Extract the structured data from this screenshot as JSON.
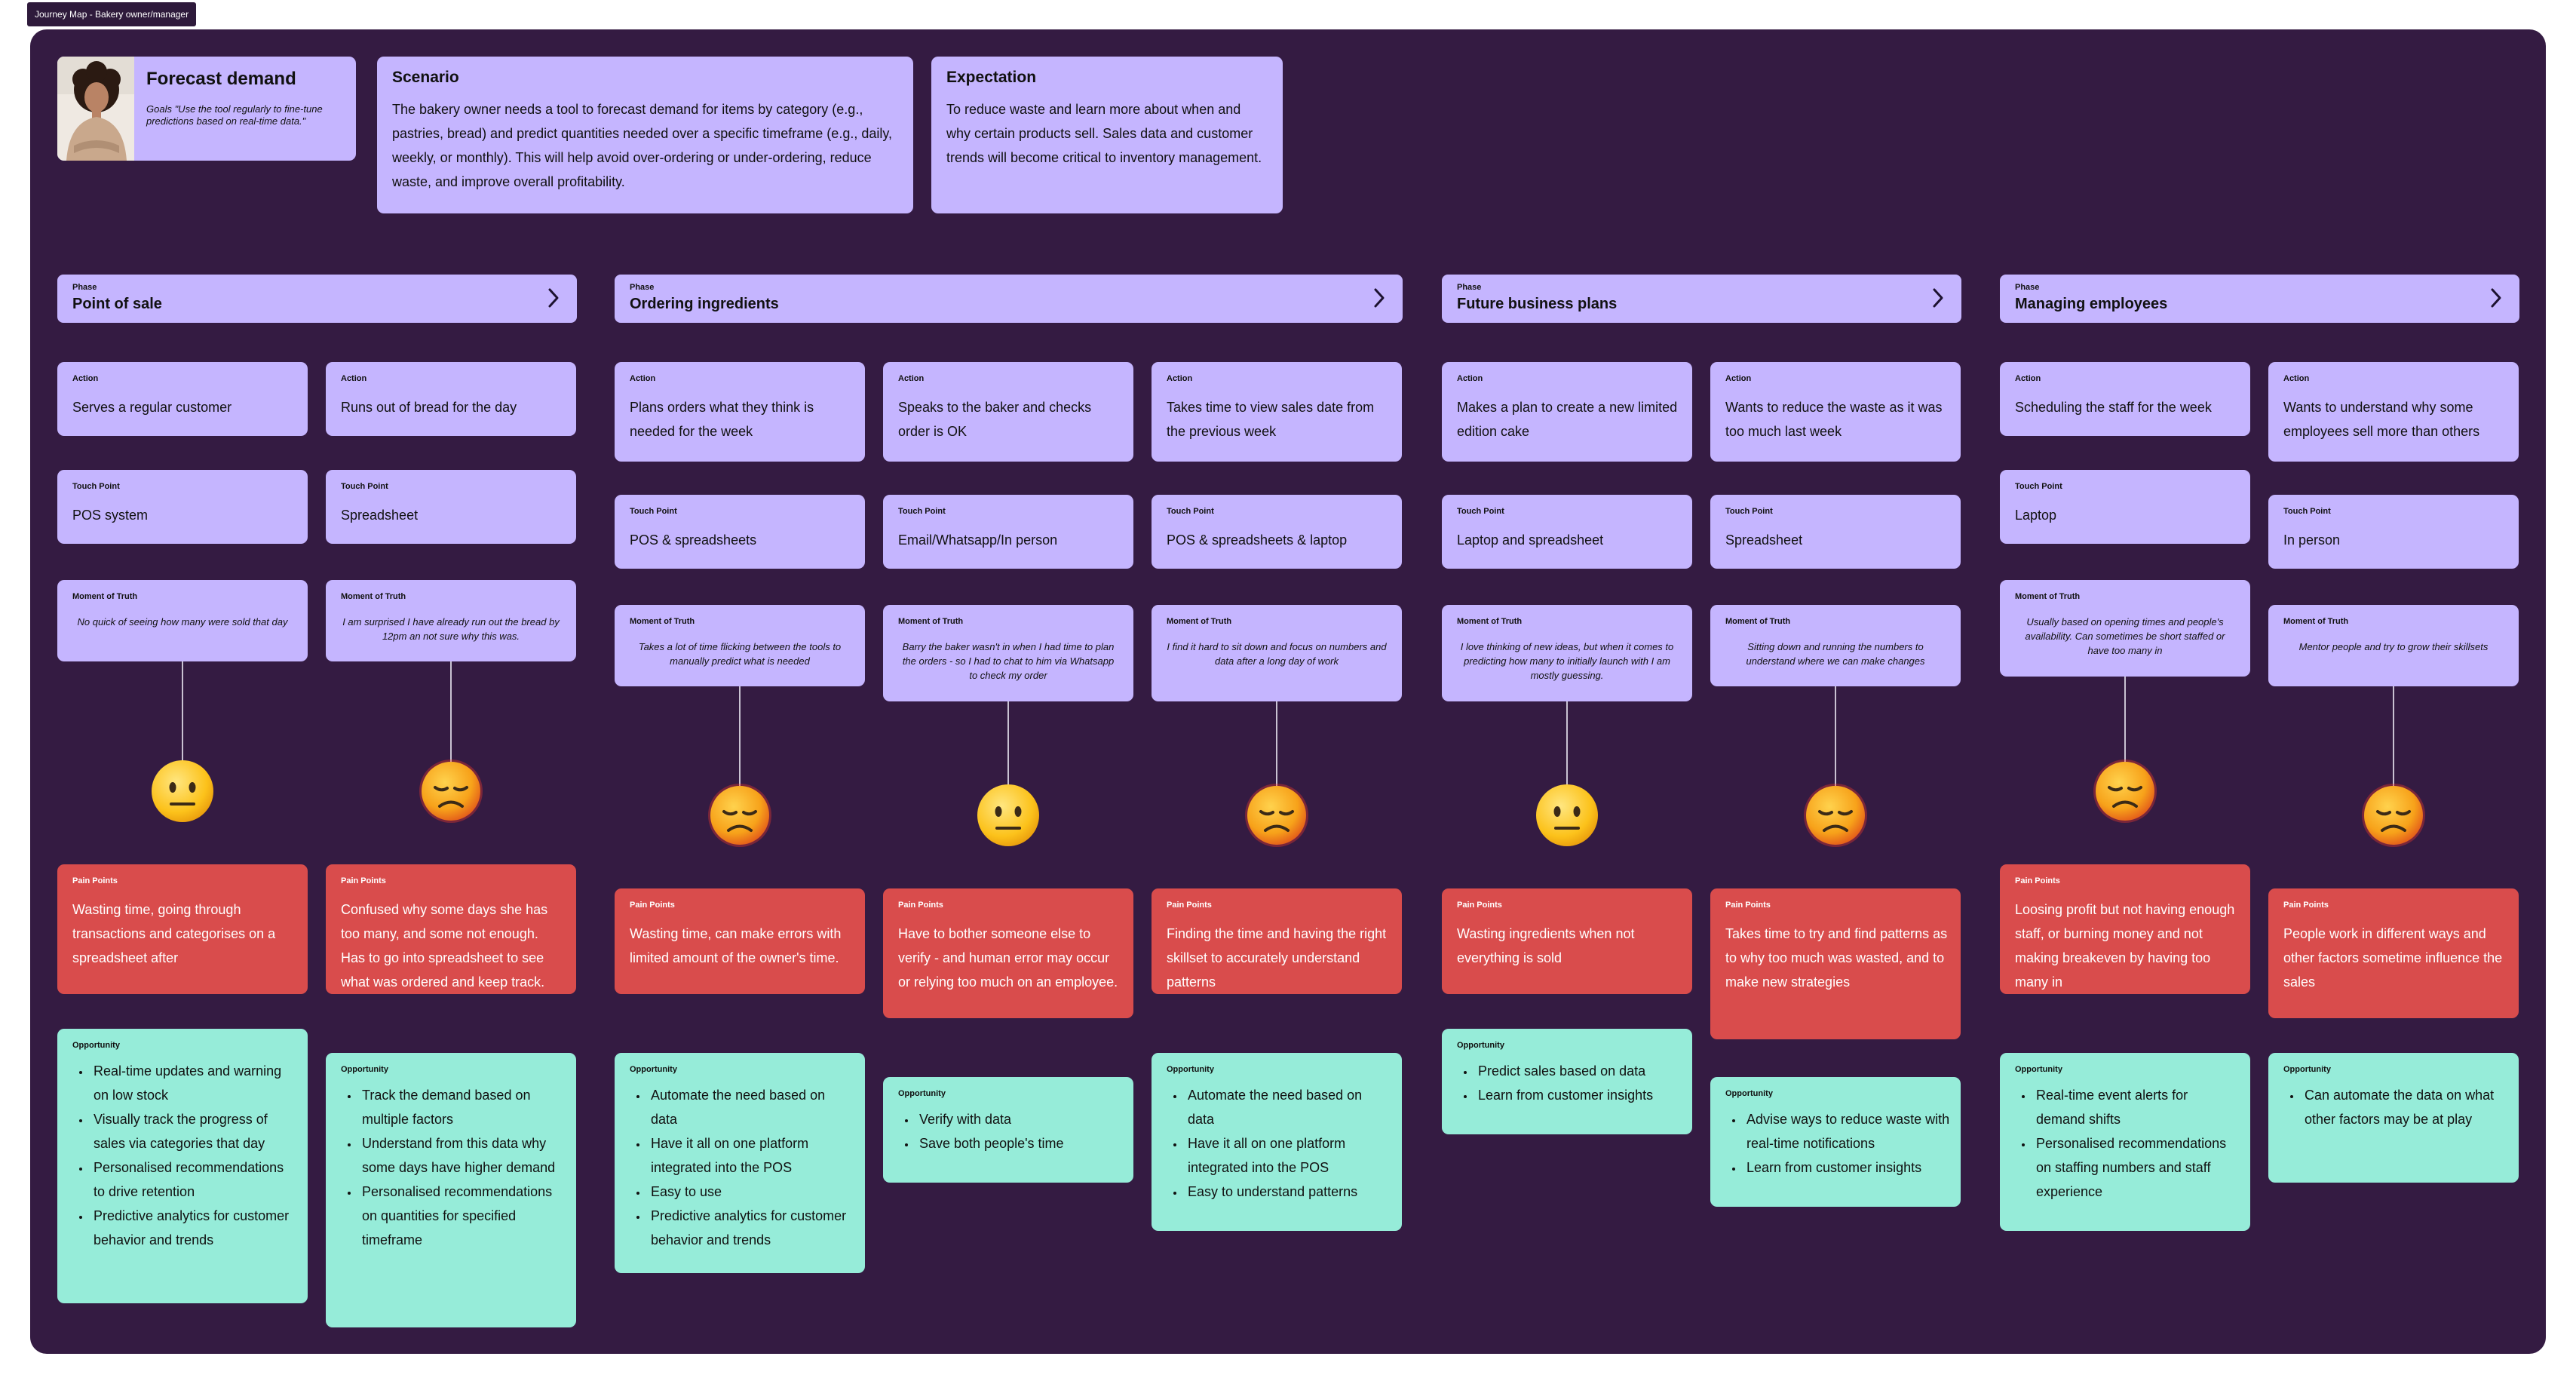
{
  "page_tag": "Journey Map - Bakery owner/manager",
  "persona": {
    "name": "Forecast demand",
    "goals": "Goals \"Use the tool regularly to fine-tune predictions based on real-time data.\""
  },
  "scenario": {
    "heading": "Scenario",
    "text": "The bakery owner needs a tool to forecast demand for items by category (e.g., pastries, bread) and predict quantities needed over a specific timeframe (e.g., daily, weekly, or monthly). This will help avoid over-ordering or under-ordering, reduce waste, and improve overall profitability."
  },
  "expectation": {
    "heading": "Expectation",
    "text": "To reduce waste and learn more about when and why certain products sell. Sales data and customer trends will become critical to inventory management."
  },
  "labels": {
    "phase": "Phase",
    "action": "Action",
    "touch_point": "Touch Point",
    "moment_of_truth": "Moment of Truth",
    "pain_points": "Pain Points",
    "opportunity": "Opportunity"
  },
  "colors": {
    "background": "#341b42",
    "card": "#c5b5ff",
    "pain": "#d94c4c",
    "opportunity": "#96ecd9"
  },
  "phases": [
    {
      "name": "Point of sale",
      "icon": "chevron-right-icon"
    },
    {
      "name": "Ordering ingredients",
      "icon": "chevron-right-icon"
    },
    {
      "name": "Future business plans",
      "icon": "chevron-right-icon"
    },
    {
      "name": "Managing employees",
      "icon": "chevron-right-icon"
    }
  ],
  "steps": [
    {
      "action": "Serves a regular customer",
      "touch_point": "POS system",
      "moment": "No quick of seeing how many were sold that day",
      "emotion": "neutral-face-icon",
      "pain": "Wasting time, going through transactions and categorises on a spreadsheet after",
      "opportunities": [
        "Real-time updates and warning on low stock",
        "Visually track the progress of sales via categories that day",
        "Personalised recommendations to drive retention",
        "Predictive analytics for customer behavior and trends"
      ]
    },
    {
      "action": "Runs out of bread for the day",
      "touch_point": "Spreadsheet",
      "moment": "I am surprised I have already run out the bread by 12pm an not sure why this was.",
      "emotion": "disappointed-face-icon",
      "pain": "Confused why some days she has too many, and some not enough. Has to go into spreadsheet to see what was ordered and keep track.",
      "opportunities": [
        "Track the demand based on multiple factors",
        "Understand from this data why some days have higher demand",
        "Personalised recommendations on quantities for specified timeframe"
      ]
    },
    {
      "action": "Plans orders what they think is needed for the week",
      "touch_point": "POS & spreadsheets",
      "moment": "Takes a lot of time flicking between the tools to manually predict what is needed",
      "emotion": "disappointed-face-icon",
      "pain": "Wasting time, can make errors with limited amount of the owner's time.",
      "opportunities": [
        "Automate the need based on data",
        "Have it all on one platform integrated into the POS",
        "Easy to use",
        "Predictive analytics for customer behavior and trends"
      ]
    },
    {
      "action": "Speaks to the baker and checks order is OK",
      "touch_point": "Email/Whatsapp/In person",
      "moment": "Barry the baker wasn't in when I had time to plan the orders - so I had to chat to him via Whatsapp to check my order",
      "emotion": "neutral-face-icon",
      "pain": "Have to bother someone else to verify - and human error may occur or relying too much on an employee.",
      "opportunities": [
        "Verify with data",
        "Save both people's time"
      ]
    },
    {
      "action": "Takes time to view sales date from the previous week",
      "touch_point": "POS & spreadsheets & laptop",
      "moment": "I find it hard to sit down and focus on numbers and data after a long day of work",
      "emotion": "disappointed-face-icon",
      "pain": "Finding the time and having the right skillset to accurately understand patterns",
      "opportunities": [
        "Automate the need based on data",
        "Have it all on one platform integrated into the POS",
        "Easy to understand patterns"
      ]
    },
    {
      "action": "Makes a plan to create a new limited edition cake",
      "touch_point": "Laptop and spreadsheet",
      "moment": "I love thinking of new ideas, but when it comes to predicting how many to initially launch with I am mostly guessing.",
      "emotion": "neutral-face-icon",
      "pain": "Wasting ingredients when not everything is sold",
      "opportunities": [
        "Predict sales based on data",
        "Learn from customer insights"
      ]
    },
    {
      "action": "Wants to reduce the waste as it was too much last week",
      "touch_point": "Spreadsheet",
      "moment": "Sitting down and running the numbers to understand where we can make changes",
      "emotion": "disappointed-face-icon",
      "pain": "Takes time to try and find patterns as to why too much was wasted, and to make new strategies",
      "opportunities": [
        "Advise ways to reduce waste with real-time notifications",
        "Learn from customer insights"
      ]
    },
    {
      "action": "Scheduling the staff for the week",
      "touch_point": "Laptop",
      "moment": "Usually based on opening times and people's availability. Can sometimes be short staffed or have too many in",
      "emotion": "disappointed-face-icon",
      "pain": "Loosing profit but not having enough staff, or burning money and not making breakeven by having too many in",
      "opportunities": [
        "Real-time event alerts for demand shifts",
        "Personalised recommendations on staffing numbers and staff experience"
      ]
    },
    {
      "action": "Wants to understand why some employees sell more than others",
      "touch_point": "In person",
      "moment": "Mentor people and try to grow their skillsets",
      "emotion": "disappointed-face-icon",
      "pain": "People work in different ways and other factors sometime influence the sales",
      "opportunities": [
        "Can automate the data on what other factors may be at play"
      ]
    }
  ]
}
